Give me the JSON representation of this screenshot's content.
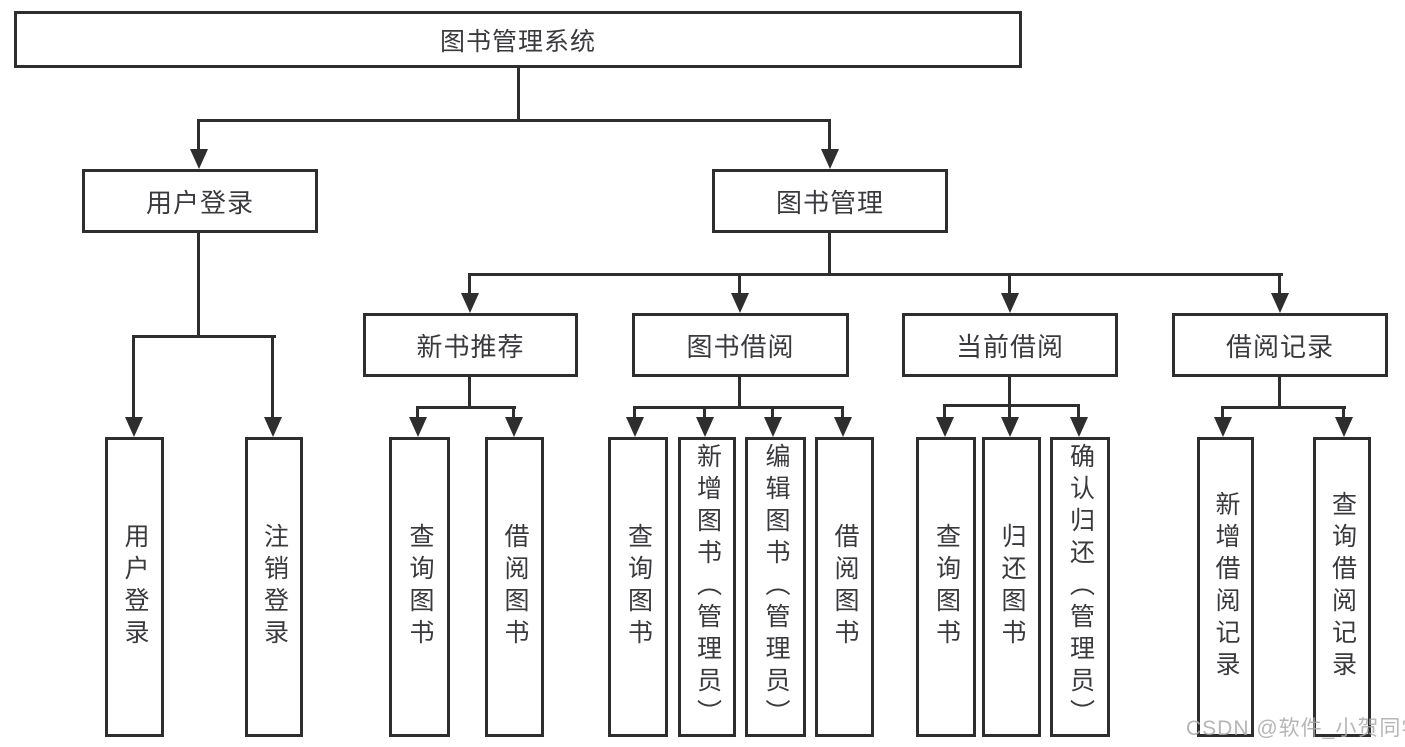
{
  "tree": {
    "label": "图书管理系统",
    "children": [
      {
        "label": "用户登录",
        "children": [
          {
            "label": "用户登录"
          },
          {
            "label": "注销登录"
          }
        ]
      },
      {
        "label": "图书管理",
        "children": [
          {
            "label": "新书推荐",
            "children": [
              {
                "label": "查询图书"
              },
              {
                "label": "借阅图书"
              }
            ]
          },
          {
            "label": "图书借阅",
            "children": [
              {
                "label": "查询图书"
              },
              {
                "label": "新增图书（管理员）"
              },
              {
                "label": "编辑图书（管理员）"
              },
              {
                "label": "借阅图书"
              }
            ]
          },
          {
            "label": "当前借阅",
            "children": [
              {
                "label": "查询图书"
              },
              {
                "label": "归还图书"
              },
              {
                "label": "确认归还（管理员）"
              }
            ]
          },
          {
            "label": "借阅记录",
            "children": [
              {
                "label": "新增借阅记录"
              },
              {
                "label": "查询借阅记录"
              }
            ]
          }
        ]
      }
    ]
  },
  "watermark": "CSDN @软件_小贺同学",
  "colors": {
    "line": "#2e2e2e",
    "box_border": "#2e2e2e",
    "box_fill": "#ffffff",
    "text": "#3a3a3e",
    "bg": "#ffffff",
    "watermark": "#aaaaaa"
  }
}
